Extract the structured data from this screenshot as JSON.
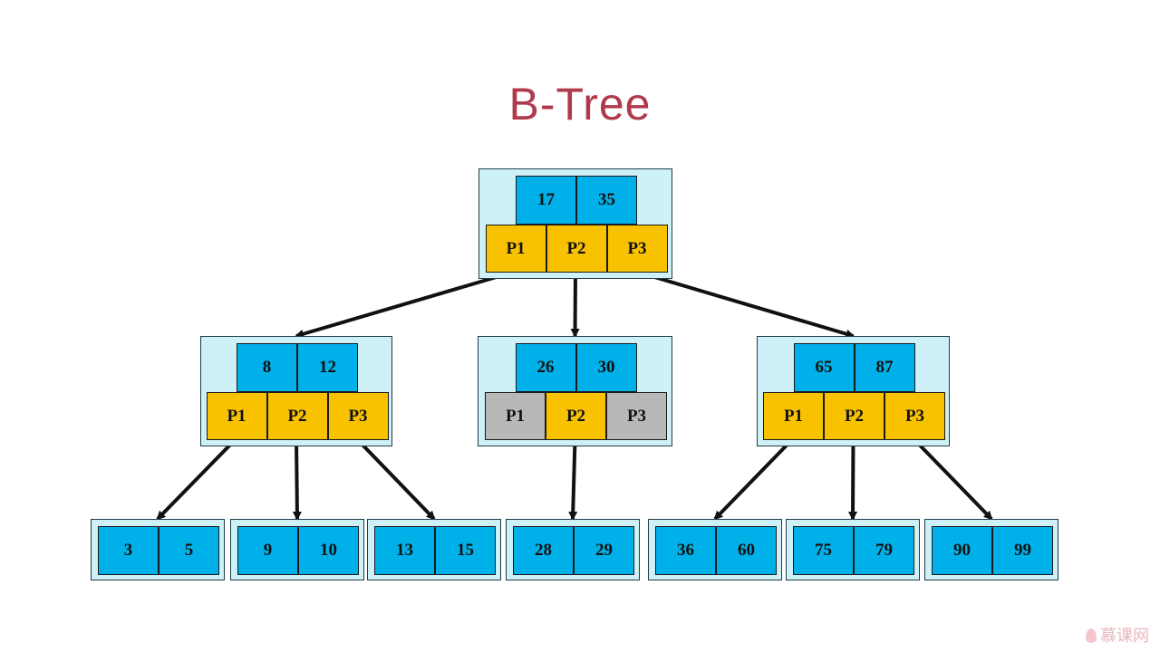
{
  "title": "B-Tree",
  "colors": {
    "key": "#00b0e8",
    "pointer": "#f8c200",
    "pointer_inactive": "#b8b8b8",
    "node_background": "#cdf1f7",
    "title": "#b03a4b"
  },
  "tree": {
    "root": {
      "keys": [
        "17",
        "35"
      ],
      "pointers": [
        "P1",
        "P2",
        "P3"
      ]
    },
    "level2": [
      {
        "keys": [
          "8",
          "12"
        ],
        "pointers": [
          "P1",
          "P2",
          "P3"
        ],
        "inactive": []
      },
      {
        "keys": [
          "26",
          "30"
        ],
        "pointers": [
          "P1",
          "P2",
          "P3"
        ],
        "inactive": [
          0,
          2
        ]
      },
      {
        "keys": [
          "65",
          "87"
        ],
        "pointers": [
          "P1",
          "P2",
          "P3"
        ],
        "inactive": []
      }
    ],
    "leaves": [
      {
        "keys": [
          "3",
          "5"
        ]
      },
      {
        "keys": [
          "9",
          "10"
        ]
      },
      {
        "keys": [
          "13",
          "15"
        ]
      },
      {
        "keys": [
          "28",
          "29"
        ]
      },
      {
        "keys": [
          "36",
          "60"
        ]
      },
      {
        "keys": [
          "75",
          "79"
        ]
      },
      {
        "keys": [
          "90",
          "99"
        ]
      }
    ]
  },
  "watermark": "慕课网"
}
